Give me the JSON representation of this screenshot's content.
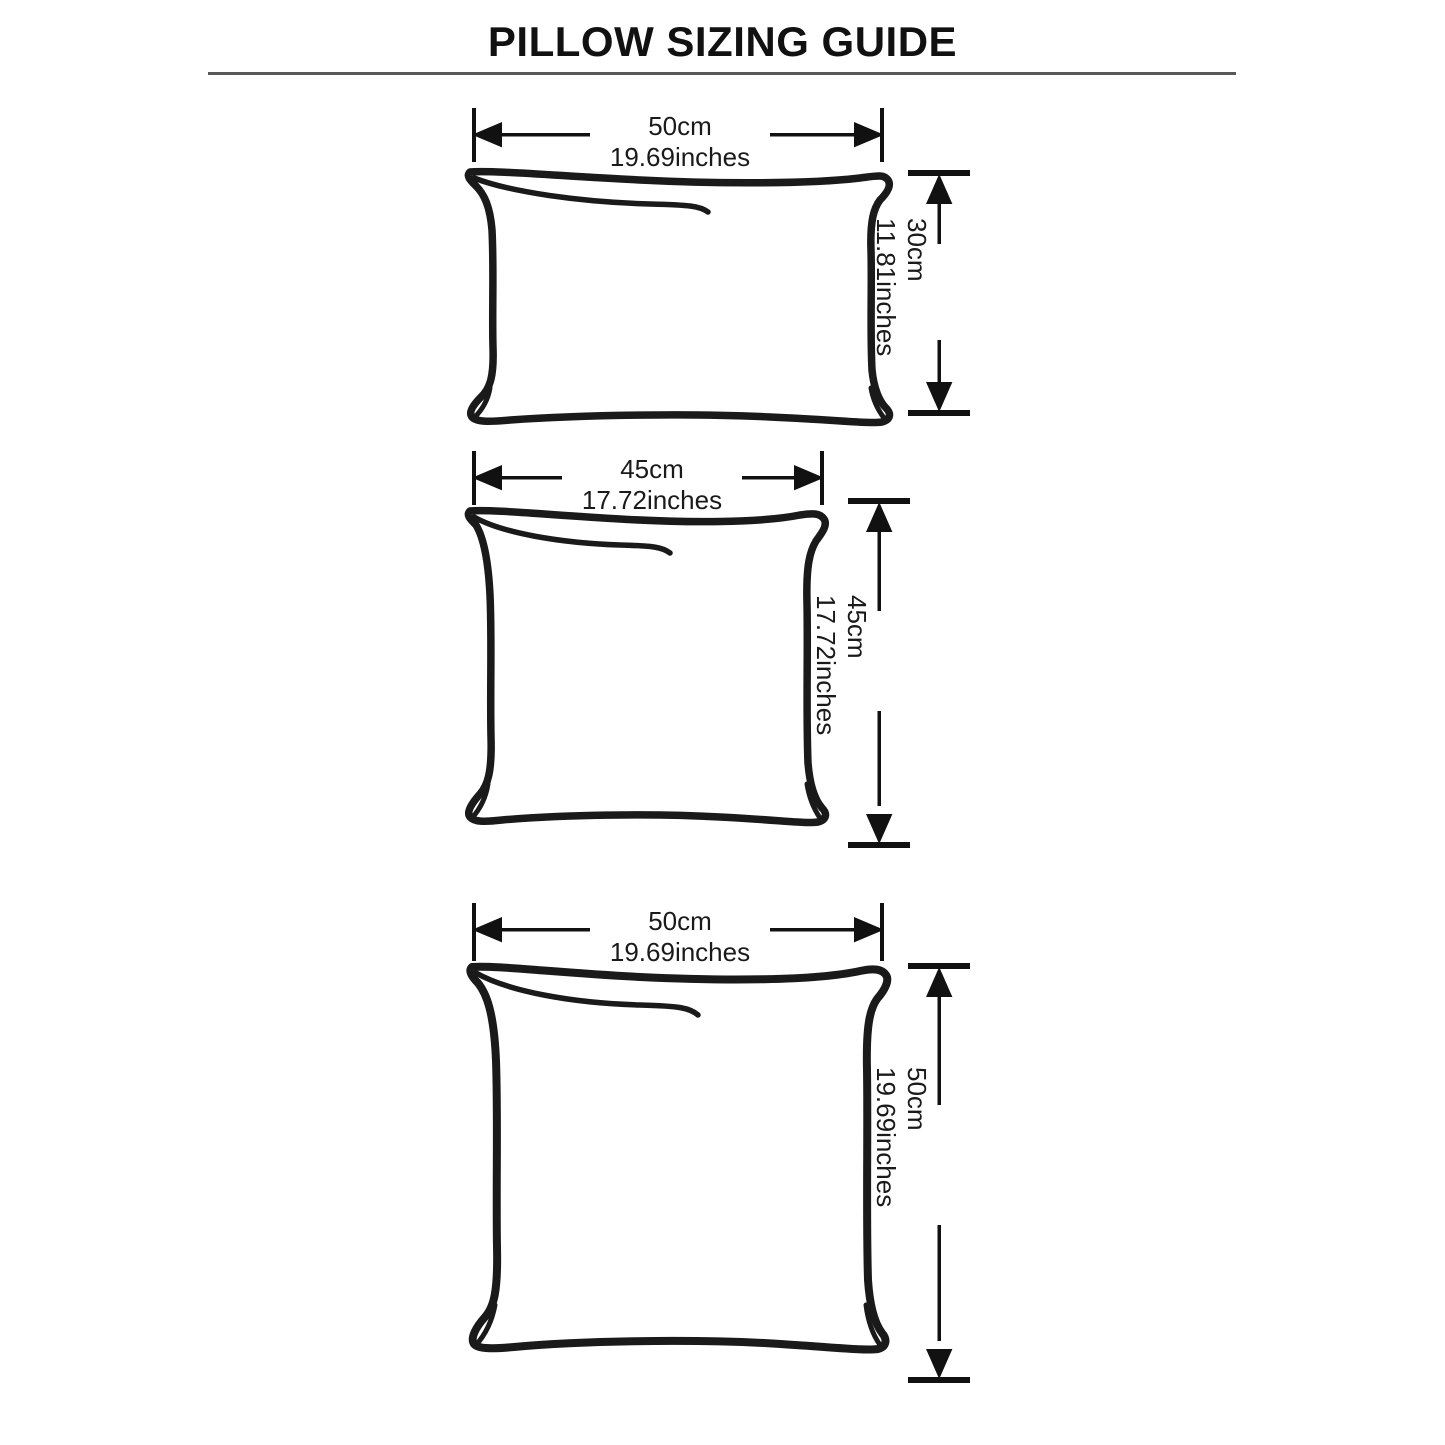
{
  "header": {
    "title": "PILLOW SIZING GUIDE",
    "rule_color": "#58585a"
  },
  "colors": {
    "ink": "#111111",
    "background": "#ffffff",
    "outline": "#1a1a1a"
  },
  "pillows": [
    {
      "id": "pillow-rectangular",
      "shape": "rectangular",
      "width": {
        "cm": "50cm",
        "inches": "19.69inches"
      },
      "height": {
        "cm": "30cm",
        "inches": "11.81inches"
      }
    },
    {
      "id": "pillow-square-45",
      "shape": "square",
      "width": {
        "cm": "45cm",
        "inches": "17.72inches"
      },
      "height": {
        "cm": "45cm",
        "inches": "17.72inches"
      }
    },
    {
      "id": "pillow-square-50",
      "shape": "square",
      "width": {
        "cm": "50cm",
        "inches": "19.69inches"
      },
      "height": {
        "cm": "50cm",
        "inches": "19.69inches"
      }
    }
  ]
}
